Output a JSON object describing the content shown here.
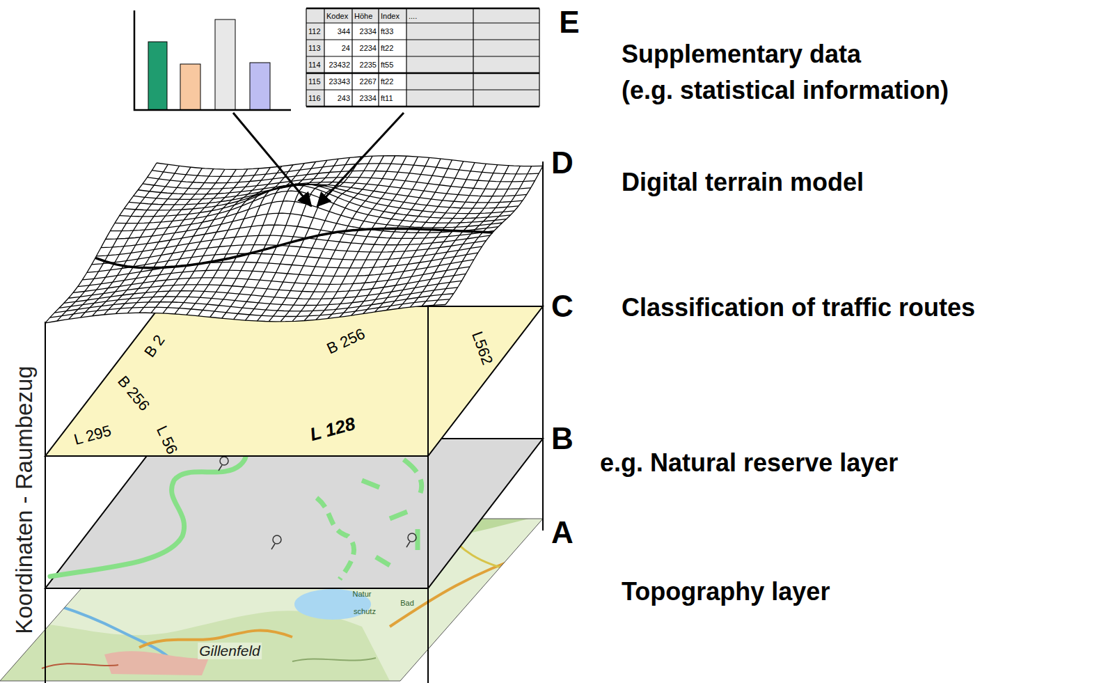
{
  "diagram": {
    "labels": [
      "Kodex",
      "Höhe",
      "Index",
      "....",
      "112",
      "344",
      "2334",
      "ft33",
      "113",
      "24",
      "2234",
      "ft22",
      "114",
      "23432",
      "2235",
      "ft55",
      "115",
      "23343",
      "2267",
      "ft22",
      "116",
      "243",
      "2334",
      "ft11",
      "E",
      "Supplementary data (e.g. statistical information)",
      "D",
      "Digital terrain model",
      "C",
      "Classification of traffic routes",
      "B 2",
      "B 256",
      "B 256",
      "L 295",
      "L 56",
      "L 128",
      "L562",
      "B",
      "e.g. Natural reserve layer",
      "A",
      "Topography layer",
      "Koordinaten - Raumbezug",
      "Natur",
      "schutz",
      "Bad",
      "Gillenfeld"
    ]
  }
}
